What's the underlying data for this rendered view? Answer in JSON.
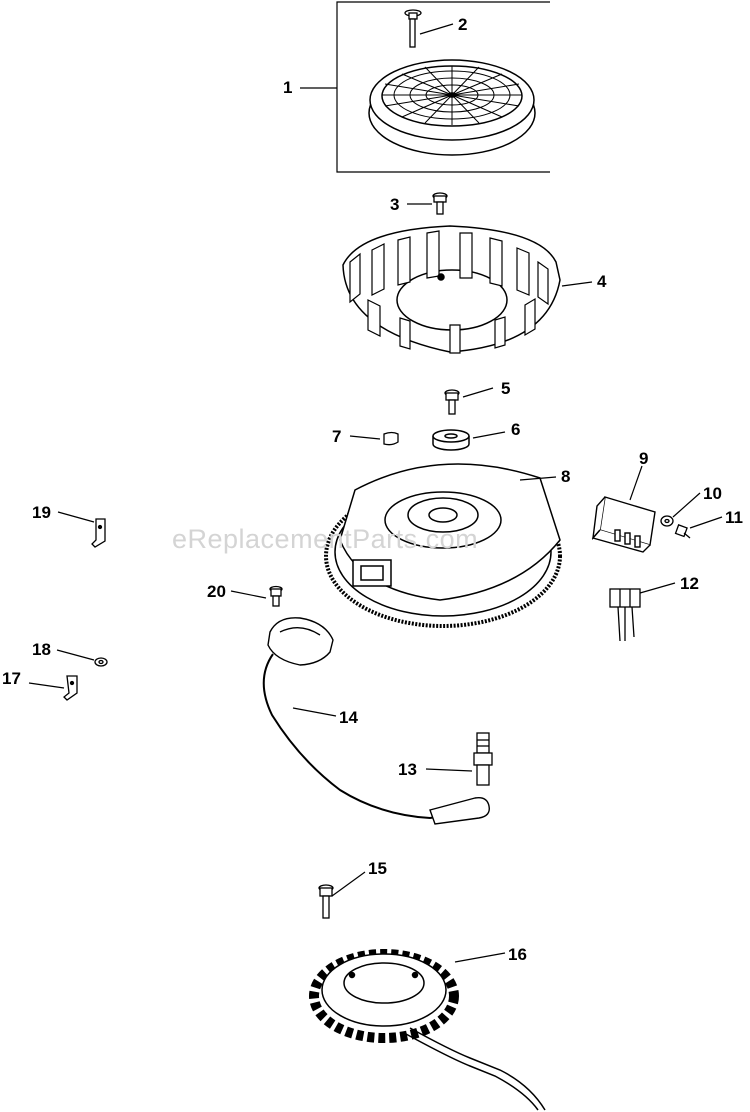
{
  "watermark": "eReplacementParts.com",
  "parts": [
    {
      "id": "1",
      "name": "blower-housing-screen"
    },
    {
      "id": "2",
      "name": "screw"
    },
    {
      "id": "3",
      "name": "screw"
    },
    {
      "id": "4",
      "name": "fan"
    },
    {
      "id": "5",
      "name": "screw"
    },
    {
      "id": "6",
      "name": "washer"
    },
    {
      "id": "7",
      "name": "key"
    },
    {
      "id": "8",
      "name": "flywheel"
    },
    {
      "id": "9",
      "name": "rectifier-regulator"
    },
    {
      "id": "10",
      "name": "washer"
    },
    {
      "id": "11",
      "name": "screw"
    },
    {
      "id": "12",
      "name": "connector"
    },
    {
      "id": "13",
      "name": "spark-plug"
    },
    {
      "id": "14",
      "name": "ignition-module"
    },
    {
      "id": "15",
      "name": "screw"
    },
    {
      "id": "16",
      "name": "stator"
    },
    {
      "id": "17",
      "name": "bracket"
    },
    {
      "id": "18",
      "name": "nut"
    },
    {
      "id": "19",
      "name": "bracket"
    },
    {
      "id": "20",
      "name": "screw"
    }
  ]
}
